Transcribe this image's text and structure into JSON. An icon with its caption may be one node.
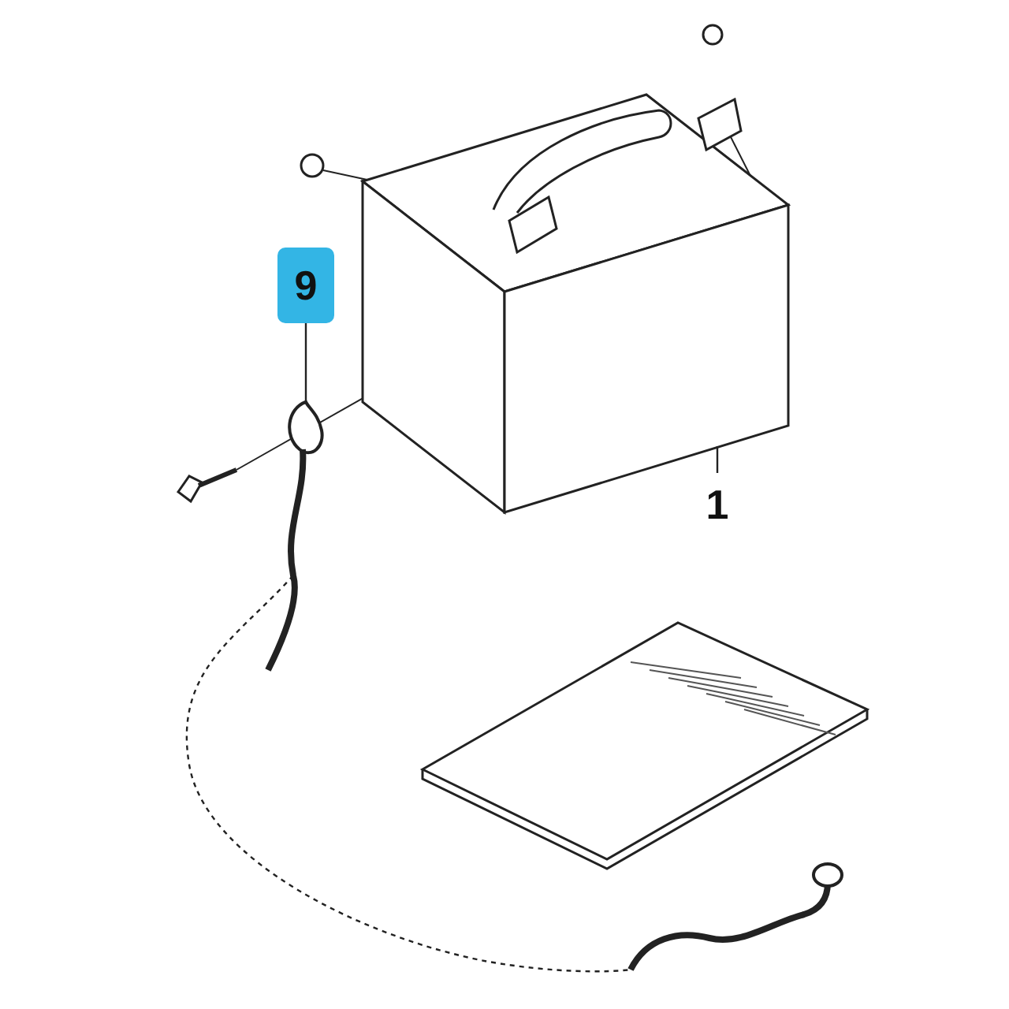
{
  "diagram": {
    "nodes": [
      {
        "text": [
          "9"
        ]
      },
      {
        "text": [],
        "shape": "picture"
      },
      {
        "text": [
          "1"
        ]
      },
      {
        "text": [],
        "shape": "picture"
      }
    ],
    "edges": [
      {
        "from": 0,
        "to": 1,
        "arrow": "none"
      },
      {
        "from": 2,
        "to": 3,
        "arrow": "none"
      }
    ]
  }
}
